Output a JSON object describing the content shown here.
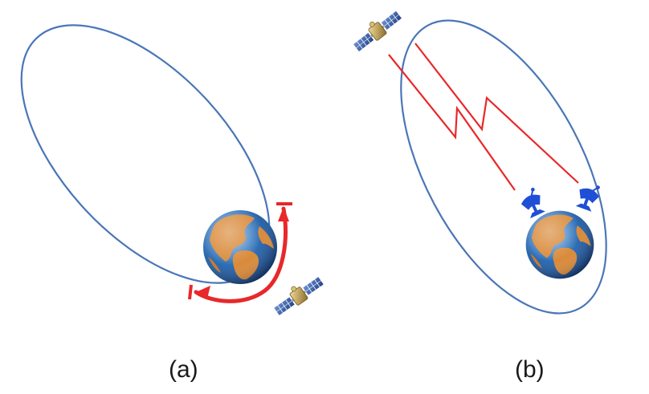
{
  "figure": {
    "panels": [
      {
        "id": "a",
        "label": "(a)",
        "elements": [
          "elliptical-orbit",
          "earth",
          "satellite",
          "thrust-arc"
        ]
      },
      {
        "id": "b",
        "label": "(b)",
        "elements": [
          "elliptical-orbit",
          "earth",
          "satellite",
          "ground-antennas",
          "signal-links"
        ]
      }
    ],
    "colors": {
      "orbit": "#4a76b8",
      "thrust_arc": "#e8282a",
      "signal_link": "#e8282a",
      "antenna": "#1e4fd6",
      "ocean": "#2f6fb6",
      "land": "#d98a3a",
      "solar_panel": "#2b55a0",
      "satellite_body": "#b89a4a"
    },
    "icons": [
      "earth-icon",
      "satellite-icon",
      "antenna-icon"
    ]
  }
}
